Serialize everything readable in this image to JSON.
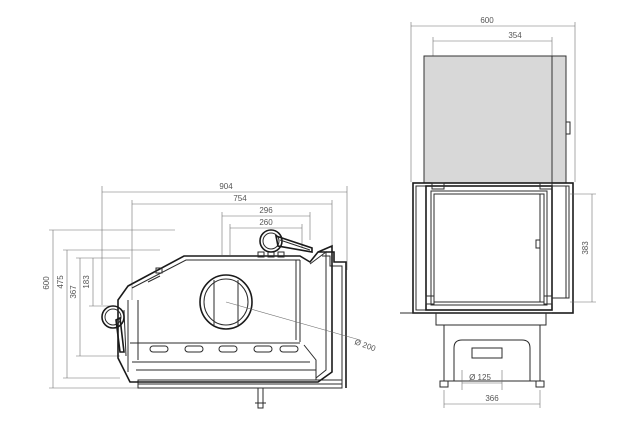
{
  "side_view": {
    "dims": {
      "width_total": "904",
      "width_inner": "754",
      "width_296": "296",
      "width_260": "260",
      "height_total": "600",
      "height_475": "475",
      "height_367": "367",
      "height_183": "183",
      "diameter_outlet": "Ø 200"
    }
  },
  "front_view": {
    "dims": {
      "width_total": "600",
      "width_top": "354",
      "height_door": "383",
      "diameter_air": "Ø 125",
      "width_base": "366"
    }
  }
}
